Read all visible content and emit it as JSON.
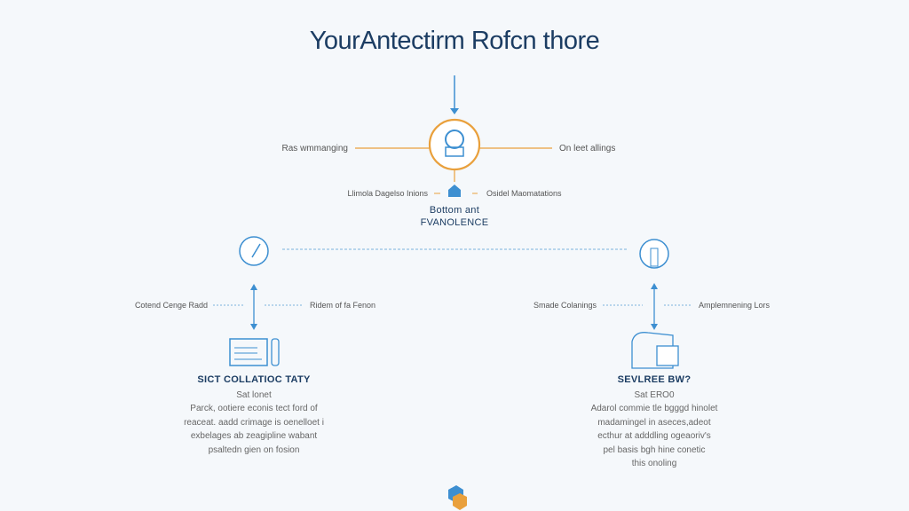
{
  "title": "YourAntectirm Rofcn thore",
  "hub": {
    "left_label": "Ras wmmanging",
    "right_label": "On leet allings"
  },
  "sub": {
    "left_label": "Llimola Dagelso Inions",
    "right_label": "Osidel Maomatations",
    "title_line1": "Bottom ant",
    "title_line2": "FVANOLENCE"
  },
  "left_branch": {
    "left_label": "Cotend Cenge Radd",
    "right_label": "Ridem of fa Fenon",
    "heading": "SICT COLLATIOC TATY",
    "subheading": "Sat lonet",
    "body": [
      "Parck, ootiere econis tect ford of",
      "reaceat. aadd crimage is oenelloet i",
      "exbelages ab zeagipline wabant",
      "psaltedn gien on fosion"
    ]
  },
  "right_branch": {
    "left_label": "Smade Colanings",
    "right_label": "Amplemnening Lors",
    "heading": "SEVLREE BW?",
    "subheading": "Sat ERO0",
    "body": [
      "Adarol commie tle bgggd hinolet",
      "madamingel in aseces,adeot",
      "ecthur at adddling ogeaoriv's",
      "pel basis bgh hine conetic",
      "this onoling"
    ]
  },
  "colors": {
    "accent_orange": "#e9a03c",
    "accent_blue": "#3d8fd1",
    "title": "#1c3d63"
  }
}
